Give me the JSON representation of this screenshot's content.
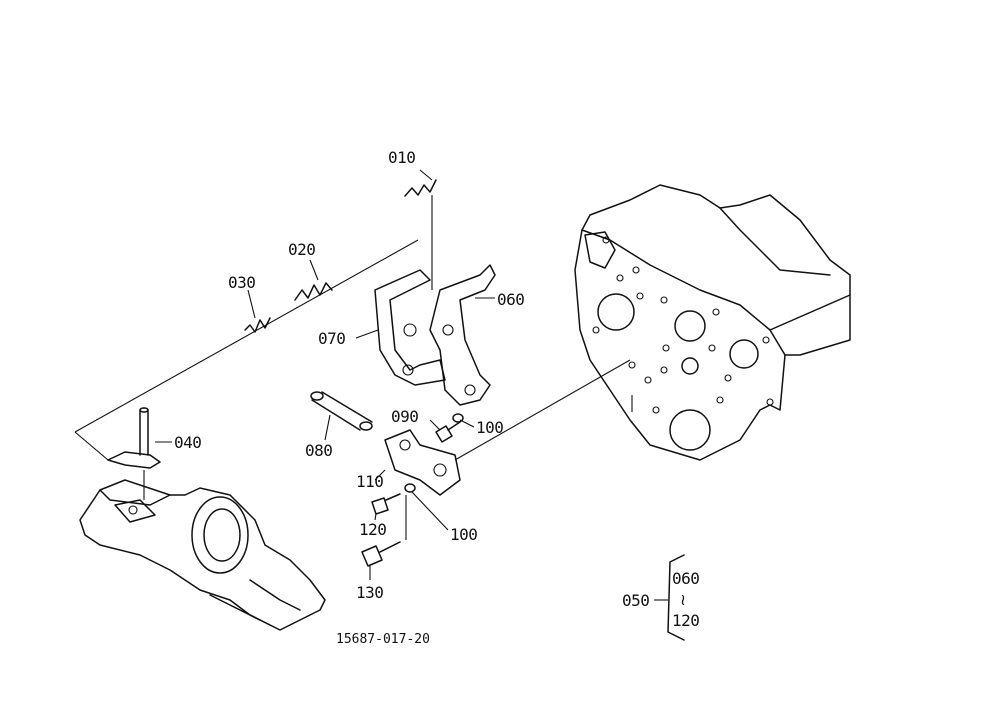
{
  "diagram": {
    "drawing_number": "15687-017-20",
    "callouts": {
      "p010": "010",
      "p020": "020",
      "p030": "030",
      "p040": "040",
      "p060": "060",
      "p070": "070",
      "p080": "080",
      "p090": "090",
      "p100a": "100",
      "p100b": "100",
      "p110": "110",
      "p120": "120",
      "p130": "130"
    },
    "assembly": {
      "label": "050",
      "range_start": "060",
      "range_sep": "≀",
      "range_end": "120"
    }
  }
}
